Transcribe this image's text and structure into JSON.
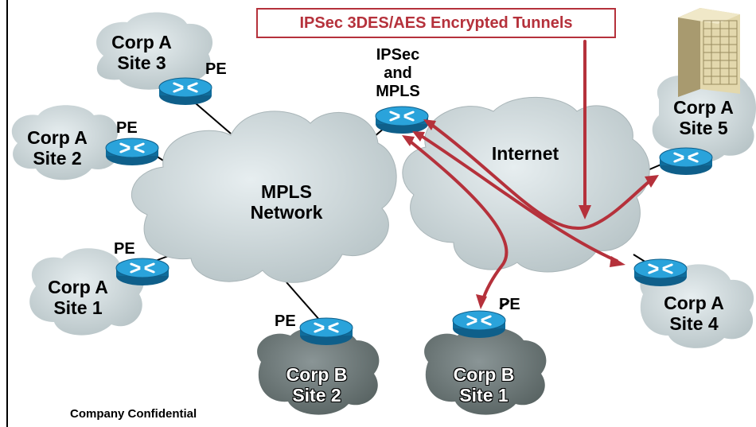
{
  "callout": {
    "text": "IPSec 3DES/AES Encrypted Tunnels"
  },
  "footer": {
    "text": "Company Confidential"
  },
  "clouds": {
    "mpls": {
      "line1": "MPLS",
      "line2": "Network"
    },
    "internet": {
      "line1": "Internet"
    }
  },
  "sites": {
    "a1": {
      "line1": "Corp A",
      "line2": "Site 1"
    },
    "a2": {
      "line1": "Corp A",
      "line2": "Site 2"
    },
    "a3": {
      "line1": "Corp A",
      "line2": "Site 3"
    },
    "a4": {
      "line1": "Corp A",
      "line2": "Site 4"
    },
    "a5": {
      "line1": "Corp A",
      "line2": "Site 5"
    },
    "b1": {
      "line1": "Corp B",
      "line2": "Site 1"
    },
    "b2": {
      "line1": "Corp B",
      "line2": "Site 2"
    }
  },
  "gateway": {
    "line1": "IPSec",
    "line2": "and",
    "line3": "MPLS"
  },
  "pe_label": "PE",
  "colors": {
    "tunnel": "#b5313b",
    "cloud_light": "#c9d3d6",
    "cloud_dark": "#6b7778",
    "router": "#1e8fc7"
  }
}
